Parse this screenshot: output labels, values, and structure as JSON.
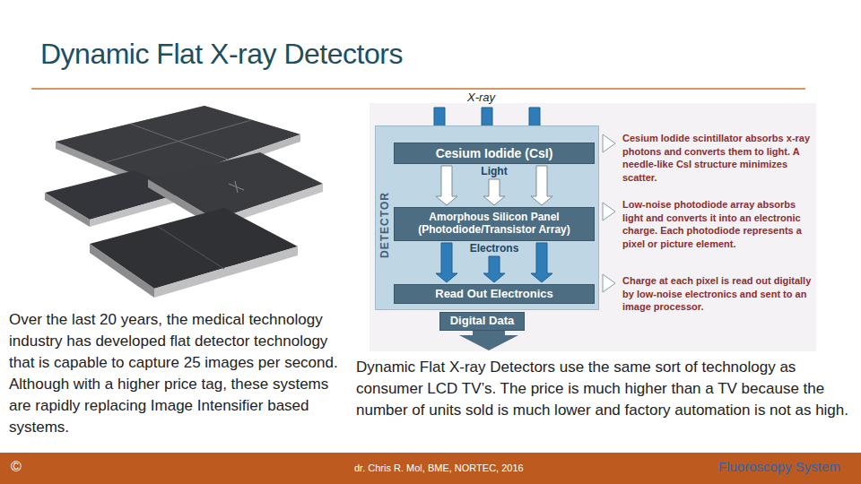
{
  "diagram": {
    "title": "Dynamic Flat X-ray Detectors",
    "nodes": [
      {
        "text": [
          "DETECTOR"
        ]
      },
      {
        "text": [
          "Cesium Iodide (CsI)"
        ],
        "in": 0
      },
      {
        "text": [
          "Amorphous Silicon Panel (Photodiode/Transistor Array)"
        ],
        "in": 0
      },
      {
        "text": [
          "Read Out Electronics"
        ],
        "in": 0
      },
      {
        "text": [
          "Digital Data"
        ]
      }
    ],
    "edges": [
      {
        "from": 1,
        "to": 2,
        "label": "Light",
        "arrow": "to"
      },
      {
        "from": 2,
        "to": 3,
        "label": "Electrons",
        "arrow": "to"
      }
    ],
    "labels": [
      "X-ray",
      "Cesium Iodide scintillator absorbs x-ray photons and converts them to light. A needle-like CsI structure minimizes scatter.",
      "Low-noise photodiode array absorbs light and converts it into an electronic charge. Each photodiode represents a pixel or picture element.",
      "Charge at each pixel is read out digitally by low-noise electronics and sent to an image processor.",
      "Over the last 20 years, the medical technology industry has developed flat detector technology that is capable to capture 25 images per second. Although with a higher price tag, these systems are rapidly replacing Image Intensifier based systems.",
      "Dynamic Flat X-ray Detectors use the same sort of technology as consumer LCD TV’s. The price is much higher than a TV because the number of units sold is much lower and factory automation is not as high.",
      "©",
      "dr. Chris R. Mol, BME, NORTEC, 2016",
      "Fluoroscopy System"
    ]
  }
}
